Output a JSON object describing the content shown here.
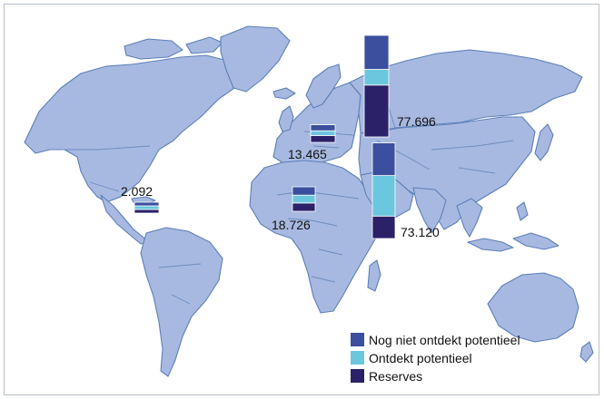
{
  "chart_data": {
    "type": "bar",
    "stacked": true,
    "series": [
      {
        "name": "Nog niet ontdekt potentieel",
        "color": "#3b4f9e"
      },
      {
        "name": "Ontdekt potentieel",
        "color": "#6bc7de"
      },
      {
        "name": "Reserves",
        "color": "#2b2168"
      }
    ],
    "regions": [
      {
        "id": "north-america",
        "label": "2.092",
        "values": [
          700,
          700,
          692
        ]
      },
      {
        "id": "europe",
        "label": "13.465",
        "values": [
          4600,
          3600,
          5265
        ]
      },
      {
        "id": "russia",
        "label": "77.696",
        "values": [
          26000,
          12000,
          39696
        ]
      },
      {
        "id": "africa",
        "label": "18.726",
        "values": [
          6400,
          6000,
          6326
        ]
      },
      {
        "id": "middle-east",
        "label": "73.120",
        "values": [
          25000,
          31000,
          17120
        ]
      }
    ]
  }
}
